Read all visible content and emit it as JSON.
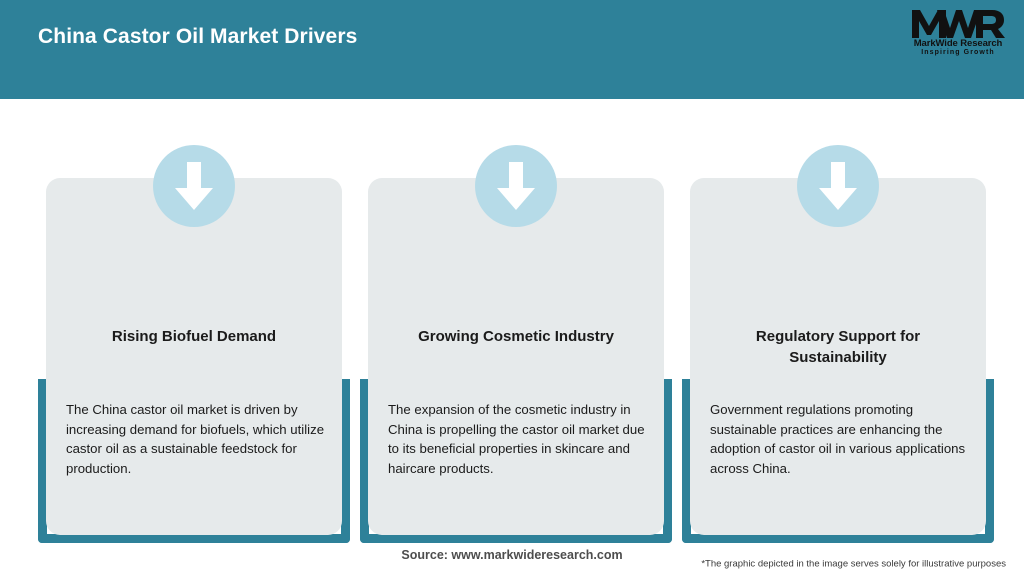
{
  "header": {
    "title": "China Castor Oil Market Drivers",
    "background_color": "#2e8199",
    "title_color": "#ffffff"
  },
  "logo": {
    "mark": "MWR",
    "name": "MarkWide Research",
    "tagline": "Inspiring Growth"
  },
  "theme": {
    "accent_teal": "#2e8199",
    "card_background": "#e6eaeb",
    "icon_circle": "#b6dbe8",
    "arrow_color": "#ffffff",
    "text_color": "#1b1b1b"
  },
  "cards": [
    {
      "icon": "arrow-down-icon",
      "title": "Rising Biofuel Demand",
      "body": "The China castor oil market is driven by increasing demand for biofuels, which utilize castor oil as a sustainable feedstock for production."
    },
    {
      "icon": "arrow-down-icon",
      "title": "Growing Cosmetic Industry",
      "body": "The expansion of the cosmetic industry in China is propelling the castor oil market due to its beneficial properties in skincare and haircare products."
    },
    {
      "icon": "arrow-down-icon",
      "title": "Regulatory Support for Sustainability",
      "body": "Government regulations promoting sustainable practices are enhancing the adoption of castor oil in various applications across China."
    }
  ],
  "footer": {
    "source": "Source: www.markwideresearch.com",
    "disclaimer": "*The graphic depicted in the image serves solely for illustrative purposes"
  }
}
